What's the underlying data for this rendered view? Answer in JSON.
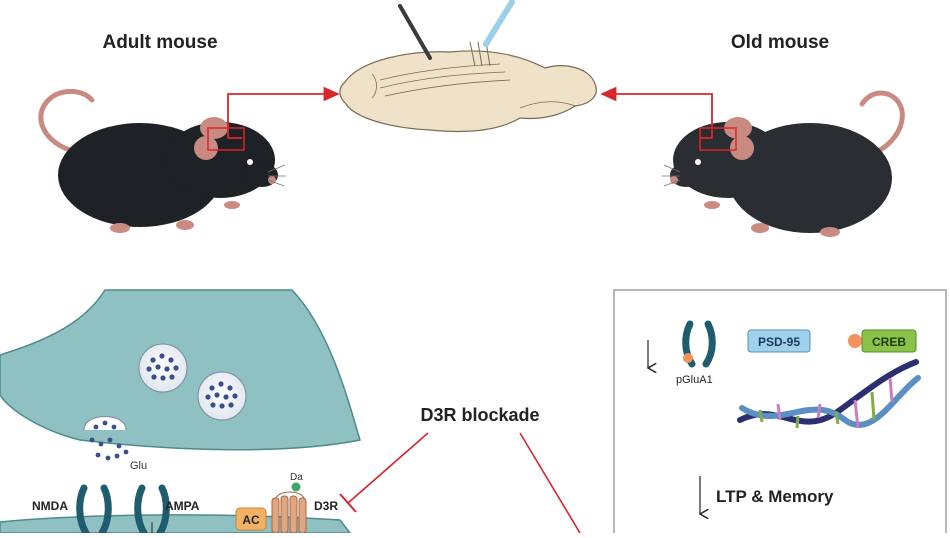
{
  "labels": {
    "adult_mouse": "Adult mouse",
    "old_mouse": "Old mouse",
    "d3r_blockade": "D3R blockade",
    "glu": "Glu",
    "nmda": "NMDA",
    "ampa": "AMPA",
    "da": "Da",
    "ac": "AC",
    "d3r": "D3R",
    "pglua1": "pGluA1",
    "psd95": "PSD-95",
    "creb": "CREB",
    "ltp_memory": "LTP & Memory"
  },
  "colors": {
    "arrow_red": "#d9262b",
    "mouse_fur": "#1e2125",
    "mouse_pink": "#c98a82",
    "brain_fill": "#f0e2c8",
    "synapse_fill": "#8fc0c2",
    "receptor": "#1f5c6e",
    "ac_orange": "#f2b266",
    "psd_blue": "#9fd0ec",
    "creb_green": "#8bc34a",
    "dna_dark": "#2b2f6e"
  },
  "icons": {
    "mouse": "mouse-icon",
    "brain": "brain-slice-icon",
    "electrode": "electrode-icon",
    "dna": "dna-icon",
    "receptor": "receptor-icon"
  }
}
